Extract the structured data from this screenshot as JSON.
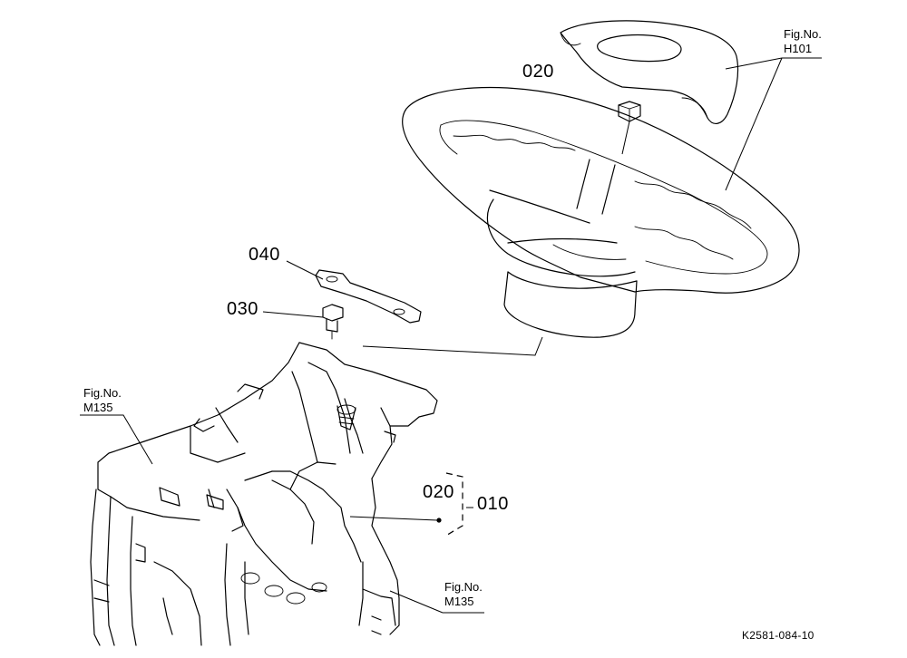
{
  "callouts": {
    "c020_top": "020",
    "c040": "040",
    "c030": "030",
    "c020_group": "020",
    "c010": "010"
  },
  "refs": {
    "fig_label": "Fig.No.",
    "h101": "H101",
    "m135_left": "M135",
    "m135_right": "M135"
  },
  "drawing_code": "K2581-084-10"
}
